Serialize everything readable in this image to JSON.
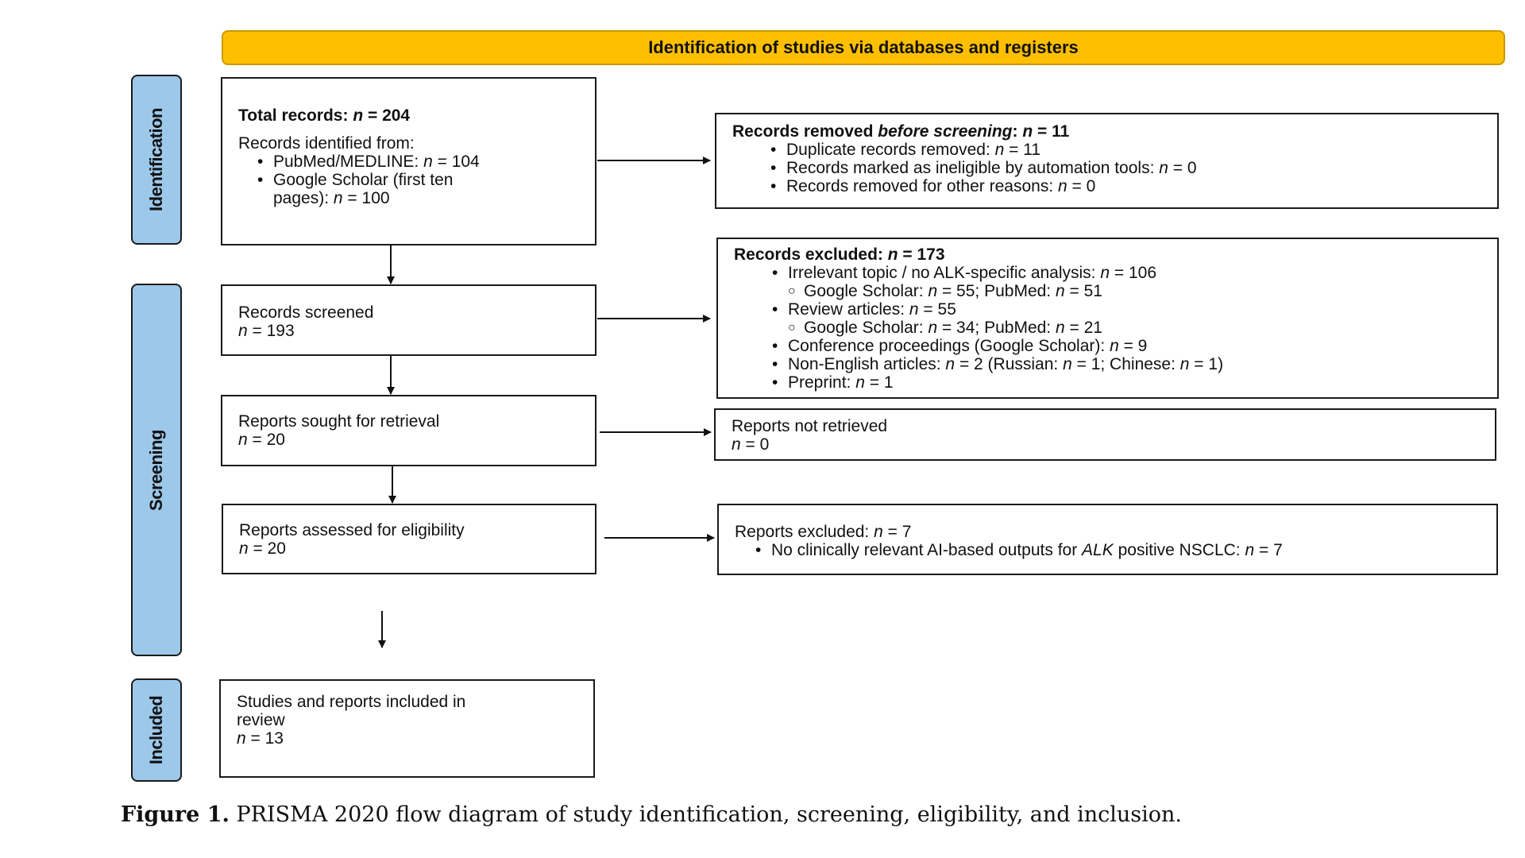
{
  "banner": "Identification of studies via databases and registers",
  "stages": {
    "identification": "Identification",
    "screening": "Screening",
    "included": "Included"
  },
  "total": {
    "label": "Total records: ",
    "n": "n",
    "eq": " = 204",
    "identified_from": "Records identified from:",
    "pubmed_pre": "PubMed/MEDLINE: ",
    "pubmed_n": "n",
    "pubmed_val": " = 104",
    "scholar_line1": "Google Scholar (first ten",
    "scholar_line2_pre": "pages): ",
    "scholar_n": "n",
    "scholar_val": " = 100"
  },
  "removed": {
    "title_pre": "Records removed ",
    "title_em": "before screening",
    "title_post": ": ",
    "title_n": "n",
    "title_val": " = 11",
    "items": [
      {
        "pre": "Duplicate records removed: ",
        "n": "n",
        "val": " = 11"
      },
      {
        "pre": "Records marked as ineligible by automation tools: ",
        "n": "n",
        "val": " = 0"
      },
      {
        "pre": "Records removed for other reasons: ",
        "n": "n",
        "val": " = 0"
      }
    ]
  },
  "screened": {
    "label": "Records screened",
    "n": "n",
    "val": " = 193"
  },
  "excluded": {
    "title_pre": "Records excluded: ",
    "title_n": "n",
    "title_val": " = 173",
    "irrelevant_pre": "Irrelevant topic / no ALK-specific analysis: ",
    "irrelevant_n": "n",
    "irrelevant_val": " = 106",
    "irr_sub_a": "Google Scholar: ",
    "irr_sub_n1": "n",
    "irr_sub_b": " = 55; PubMed: ",
    "irr_sub_n2": "n",
    "irr_sub_c": " = 51",
    "review_pre": "Review articles: ",
    "review_n": "n",
    "review_val": " = 55",
    "rev_sub_a": "Google Scholar: ",
    "rev_sub_n1": "n",
    "rev_sub_b": " = 34; PubMed: ",
    "rev_sub_n2": "n",
    "rev_sub_c": " = 21",
    "conf_pre": "Conference proceedings (Google Scholar): ",
    "conf_n": "n",
    "conf_val": " = 9",
    "nonen_pre": "Non-English articles: ",
    "nonen_n": "n",
    "nonen_b": " = 2 (Russian: ",
    "nonen_n2": "n",
    "nonen_c": " = 1; Chinese: ",
    "nonen_n3": "n",
    "nonen_d": " = 1)",
    "preprint_pre": "Preprint: ",
    "preprint_n": "n",
    "preprint_val": " = 1"
  },
  "sought": {
    "label": "Reports sought for retrieval",
    "n": "n",
    "val": " = 20"
  },
  "not_retrieved": {
    "label": "Reports not retrieved",
    "n": "n",
    "val": " = 0"
  },
  "assessed": {
    "label": "Reports assessed for eligibility",
    "n": "n",
    "val": " = 20"
  },
  "reports_excluded": {
    "title_pre": "Reports excluded: ",
    "title_n": "n",
    "title_val": " = 7",
    "item_pre": "No clinically relevant AI-based outputs for ",
    "item_em": "ALK",
    "item_mid": " positive NSCLC: ",
    "item_n": "n",
    "item_val": " = 7"
  },
  "included": {
    "line1": "Studies and reports included in",
    "line2": "review",
    "n": "n",
    "val": " = 13"
  },
  "caption": {
    "label": "Figure 1.",
    "text": " PRISMA 2020 flow diagram of study identification, screening, eligibility, and inclusion."
  }
}
